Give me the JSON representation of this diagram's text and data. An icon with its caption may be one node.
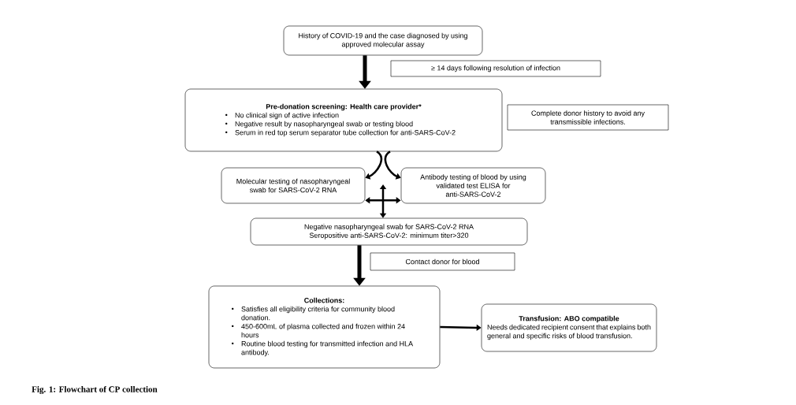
{
  "diagram": {
    "caption": "Fig. 1: Flowchart of CP collection",
    "nodes": [
      {
        "text": [
          "History of COVID-19 and the case diagnosed by using approved molecular assay"
        ]
      },
      {
        "text": [
          "≥ 14 days following resolution of infection"
        ]
      },
      {
        "text": [
          "Pre-donation screening: Health care provider*",
          "No clinical sign of active infection",
          "Negative result by nasopharyngeal swab or testing blood",
          "Serum in red top serum separator tube collection for anti-SARS-CoV-2"
        ]
      },
      {
        "text": [
          "Complete donor history to avoid any transmissible infections."
        ]
      },
      {
        "text": [
          "Molecular testing of nasopharyngeal swab for SARS-CoV-2 RNA"
        ]
      },
      {
        "text": [
          "Antibody testing of blood by using validated test ELISA for anti-SARS-CoV-2"
        ]
      },
      {
        "text": [
          "Negative nasopharyngeal swab for SARS-CoV-2 RNA",
          "Seropositive anti-SARS-CoV-2: minimum titer>320"
        ]
      },
      {
        "text": [
          "Contact donor for blood"
        ]
      },
      {
        "text": [
          "Collections:",
          "Satisfies all eligibility criteria for community blood donation.",
          "450-600mL of plasma collected and frozen within 24 hours",
          "Routine blood testing for transmitted infection and HLA antibody."
        ]
      },
      {
        "text": [
          "Transfusion: ABO compatible",
          "Needs dedicated recipient consent that explains both general and specific risks of blood transfusion."
        ]
      }
    ],
    "edges": [
      {
        "from": 0,
        "to": 2,
        "arrow": "to",
        "style": "thick"
      },
      {
        "from": 2,
        "to": 4,
        "arrow": "to"
      },
      {
        "from": 2,
        "to": 5,
        "arrow": "to"
      },
      {
        "from": 4,
        "to": 5,
        "arrow": "both"
      },
      {
        "from": null,
        "to": 6,
        "arrow": "both"
      },
      {
        "from": 6,
        "to": 8,
        "arrow": "to",
        "style": "thick"
      },
      {
        "from": 8,
        "to": 9,
        "arrow": "to"
      }
    ]
  }
}
